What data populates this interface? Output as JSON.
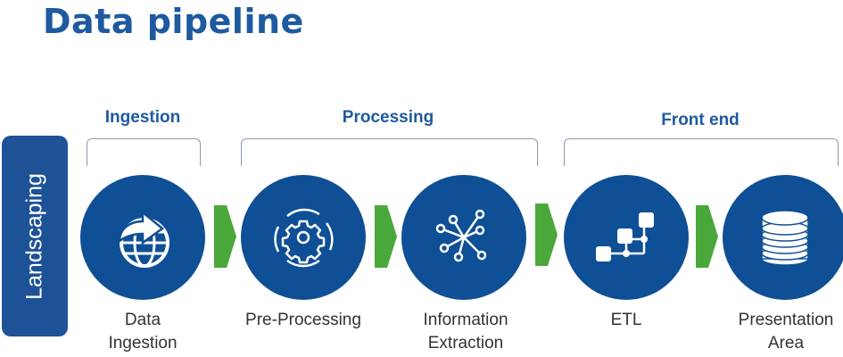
{
  "title": "Data pipeline",
  "sidebar_label": "Landscaping",
  "groups": [
    {
      "label": "Ingestion"
    },
    {
      "label": "Processing"
    },
    {
      "label": "Front end"
    }
  ],
  "steps": [
    {
      "label_line1": "Data",
      "label_line2": "Ingestion",
      "icon": "globe-arrow-icon"
    },
    {
      "label_line1": "Pre-Processing",
      "label_line2": "",
      "icon": "gear-cycle-icon"
    },
    {
      "label_line1": "Information",
      "label_line2": "Extraction",
      "icon": "network-nodes-icon"
    },
    {
      "label_line1": "ETL",
      "label_line2": "",
      "icon": "flow-blocks-icon"
    },
    {
      "label_line1": "Presentation",
      "label_line2": "Area",
      "icon": "database-icon"
    }
  ],
  "colors": {
    "primary": "#0f4f96",
    "arrow": "#4aa83a",
    "title": "#1f5aa0"
  }
}
